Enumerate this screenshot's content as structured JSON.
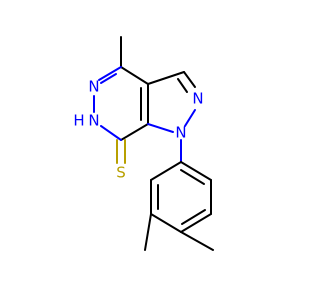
{
  "diagram": {
    "type": "chemical-structure",
    "atoms": {
      "n5": {
        "label": "N",
        "color": "#0000ff"
      },
      "n6h": {
        "label": "N",
        "h": "H",
        "color": "#0000ff"
      },
      "n2": {
        "label": "N",
        "color": "#0000ff"
      },
      "n1": {
        "label": "N",
        "color": "#0000ff"
      },
      "s": {
        "label": "S",
        "color": "#b8a000"
      }
    }
  }
}
